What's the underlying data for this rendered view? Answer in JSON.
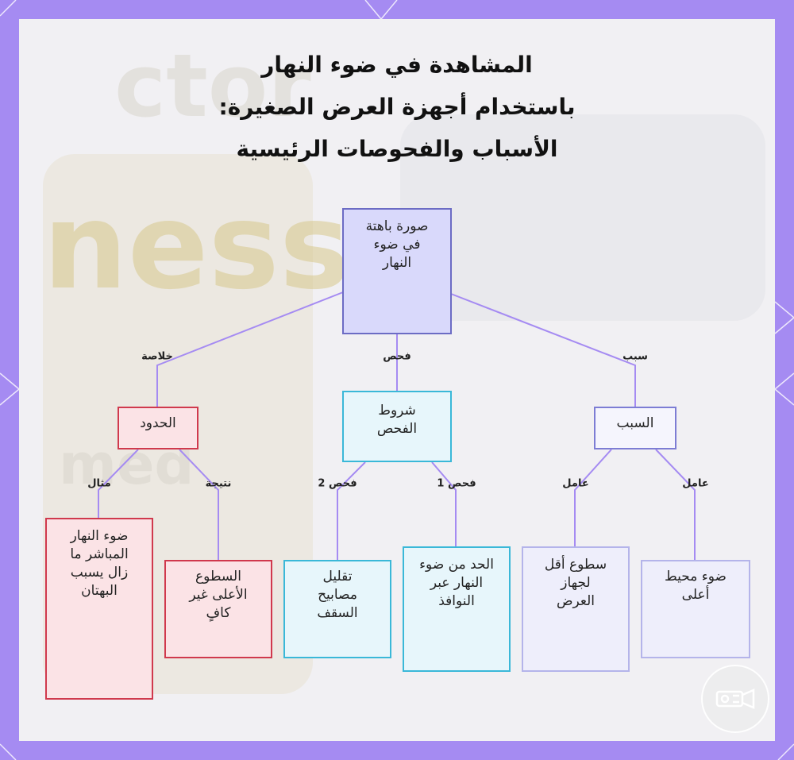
{
  "title": {
    "line1": "المشاهدة في ضوء النهار",
    "line2": "باستخدام أجهزة العرض الصغيرة:",
    "line3": "الأسباب والفحوصات الرئيسية"
  },
  "background": {
    "word1": "ctor",
    "word2": "ness",
    "word3": "med"
  },
  "colors": {
    "frame": "#a58bf2",
    "edge": "#a58bf2",
    "root_border": "#6c6cc4",
    "root_fill": "#d9d9fb",
    "cause_border": "#7d7dd4",
    "check_border": "#3ab8d8",
    "limit_border": "#d0394d"
  },
  "nodes": {
    "root": "صورة باهتة في ضوء النهار",
    "cause": "السبب",
    "checks": "شروط الفحص",
    "limits": "الحدود",
    "ambient": "ضوء محيط أعلى",
    "brightness": "سطوع أقل لجهاز العرض",
    "windows": "الحد من ضوء النهار عبر النوافذ",
    "ceiling": "تقليل مصابيح السقف",
    "notenough": "السطوع الأعلى غير كافٍ",
    "sunlight": "ضوء النهار المباشر ما زال يسبب البهتان"
  },
  "edge_labels": {
    "cause": "سبب",
    "check": "فحص",
    "conclusion": "خلاصة",
    "factor1": "عامل",
    "factor2": "عامل",
    "check1": "فحص 1",
    "check2": "فحص 2",
    "result": "نتيجة",
    "example": "مثال"
  },
  "logo": {
    "icon": "projector-icon"
  }
}
